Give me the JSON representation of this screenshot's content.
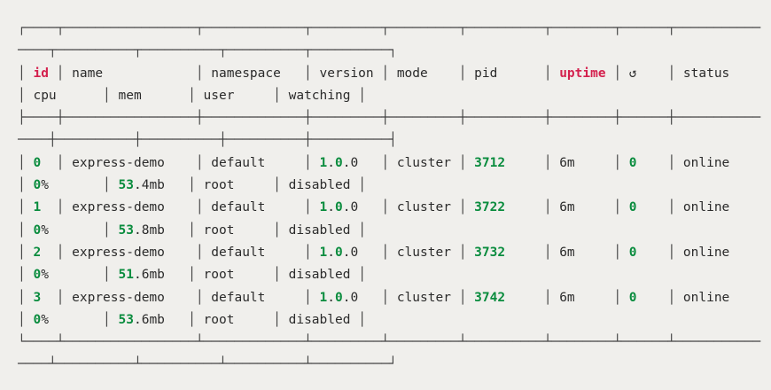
{
  "app": {
    "kind": "terminal-output",
    "program": "pm2 process list"
  },
  "colors": {
    "background": "#f0efec",
    "text": "#2b2b2b",
    "border": "#3f3f3f",
    "green": "#0a8c3e",
    "red": "#d4214e"
  },
  "layout_hints": {
    "terminal_columns": 96,
    "column_inner_widths": [
      4,
      17,
      13,
      9,
      9,
      10,
      8,
      6,
      11,
      10,
      10,
      10,
      10
    ],
    "border_inner_widths": [
      4,
      17,
      13,
      9,
      9,
      10,
      8,
      6,
      15,
      10,
      10,
      10,
      10
    ]
  },
  "table": {
    "header": [
      [
        [
          "id",
          "red"
        ]
      ],
      [
        [
          "name",
          "text"
        ]
      ],
      [
        [
          "namespace",
          "text"
        ]
      ],
      [
        [
          "version",
          "text"
        ]
      ],
      [
        [
          "mode",
          "text"
        ]
      ],
      [
        [
          "pid",
          "text"
        ]
      ],
      [
        [
          "uptime",
          "red"
        ]
      ],
      [
        [
          "↺",
          "text"
        ]
      ],
      [
        [
          "status",
          "text"
        ]
      ],
      [
        [
          "cpu",
          "text"
        ]
      ],
      [
        [
          "mem",
          "text"
        ]
      ],
      [
        [
          "user",
          "text"
        ]
      ],
      [
        [
          "watching",
          "text"
        ]
      ]
    ],
    "rows": [
      [
        [
          [
            "0",
            "green"
          ]
        ],
        [
          [
            "express-demo",
            "text"
          ]
        ],
        [
          [
            "default",
            "text"
          ]
        ],
        [
          [
            "1",
            "green"
          ],
          [
            ".",
            "text"
          ],
          [
            "0",
            "green"
          ],
          [
            ".0",
            "text"
          ]
        ],
        [
          [
            "cluster",
            "text"
          ]
        ],
        [
          [
            "3712",
            "green"
          ]
        ],
        [
          [
            "6m",
            "text"
          ]
        ],
        [
          [
            "0",
            "green"
          ]
        ],
        [
          [
            "online",
            "text"
          ]
        ],
        [
          [
            "0",
            "green"
          ],
          [
            "%",
            "text"
          ]
        ],
        [
          [
            "53",
            "green"
          ],
          [
            ".4mb",
            "text"
          ]
        ],
        [
          [
            "root",
            "text"
          ]
        ],
        [
          [
            "disabled",
            "text"
          ]
        ]
      ],
      [
        [
          [
            "1",
            "green"
          ]
        ],
        [
          [
            "express-demo",
            "text"
          ]
        ],
        [
          [
            "default",
            "text"
          ]
        ],
        [
          [
            "1",
            "green"
          ],
          [
            ".",
            "text"
          ],
          [
            "0",
            "green"
          ],
          [
            ".0",
            "text"
          ]
        ],
        [
          [
            "cluster",
            "text"
          ]
        ],
        [
          [
            "3722",
            "green"
          ]
        ],
        [
          [
            "6m",
            "text"
          ]
        ],
        [
          [
            "0",
            "green"
          ]
        ],
        [
          [
            "online",
            "text"
          ]
        ],
        [
          [
            "0",
            "green"
          ],
          [
            "%",
            "text"
          ]
        ],
        [
          [
            "53",
            "green"
          ],
          [
            ".8mb",
            "text"
          ]
        ],
        [
          [
            "root",
            "text"
          ]
        ],
        [
          [
            "disabled",
            "text"
          ]
        ]
      ],
      [
        [
          [
            "2",
            "green"
          ]
        ],
        [
          [
            "express-demo",
            "text"
          ]
        ],
        [
          [
            "default",
            "text"
          ]
        ],
        [
          [
            "1",
            "green"
          ],
          [
            ".",
            "text"
          ],
          [
            "0",
            "green"
          ],
          [
            ".0",
            "text"
          ]
        ],
        [
          [
            "cluster",
            "text"
          ]
        ],
        [
          [
            "3732",
            "green"
          ]
        ],
        [
          [
            "6m",
            "text"
          ]
        ],
        [
          [
            "0",
            "green"
          ]
        ],
        [
          [
            "online",
            "text"
          ]
        ],
        [
          [
            "0",
            "green"
          ],
          [
            "%",
            "text"
          ]
        ],
        [
          [
            "51",
            "green"
          ],
          [
            ".6mb",
            "text"
          ]
        ],
        [
          [
            "root",
            "text"
          ]
        ],
        [
          [
            "disabled",
            "text"
          ]
        ]
      ],
      [
        [
          [
            "3",
            "green"
          ]
        ],
        [
          [
            "express-demo",
            "text"
          ]
        ],
        [
          [
            "default",
            "text"
          ]
        ],
        [
          [
            "1",
            "green"
          ],
          [
            ".",
            "text"
          ],
          [
            "0",
            "green"
          ],
          [
            ".0",
            "text"
          ]
        ],
        [
          [
            "cluster",
            "text"
          ]
        ],
        [
          [
            "3742",
            "green"
          ]
        ],
        [
          [
            "6m",
            "text"
          ]
        ],
        [
          [
            "0",
            "green"
          ]
        ],
        [
          [
            "online",
            "text"
          ]
        ],
        [
          [
            "0",
            "green"
          ],
          [
            "%",
            "text"
          ]
        ],
        [
          [
            "53",
            "green"
          ],
          [
            ".6mb",
            "text"
          ]
        ],
        [
          [
            "root",
            "text"
          ]
        ],
        [
          [
            "disabled",
            "text"
          ]
        ]
      ]
    ]
  }
}
